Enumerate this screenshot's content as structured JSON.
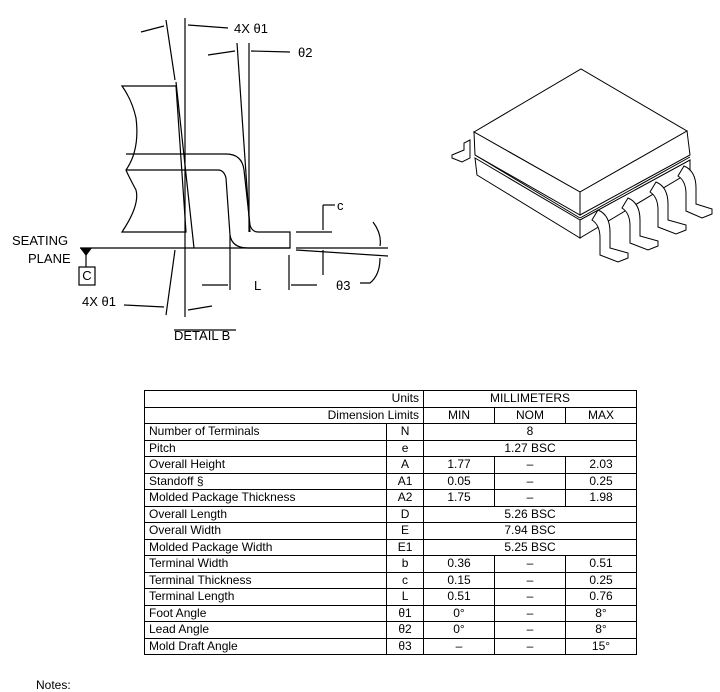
{
  "detail": {
    "title": "DETAIL B",
    "seating_plane_line1": "SEATING",
    "seating_plane_line2": "PLANE",
    "datum": "C",
    "theta1_top": "4X θ1",
    "theta1_bottom": "4X θ1",
    "theta2": "θ2",
    "theta3": "θ3",
    "c_label": "c",
    "l_label": "L"
  },
  "table": {
    "units_label": "Units",
    "units_value": "MILLIMETERS",
    "limits_label": "Dimension Limits",
    "headers": [
      "MIN",
      "NOM",
      "MAX"
    ],
    "rows": [
      {
        "name": "Number of Terminals",
        "symbol": "N",
        "span": "8"
      },
      {
        "name": "Pitch",
        "symbol": "e",
        "span": "1.27 BSC"
      },
      {
        "name": "Overall Height",
        "symbol": "A",
        "min": "1.77",
        "nom": "–",
        "max": "2.03"
      },
      {
        "name": "Standoff   §",
        "symbol": "A1",
        "min": "0.05",
        "nom": "–",
        "max": "0.25"
      },
      {
        "name": "Molded Package Thickness",
        "symbol": "A2",
        "min": "1.75",
        "nom": "–",
        "max": "1.98"
      },
      {
        "name": "Overall Length",
        "symbol": "D",
        "span": "5.26 BSC"
      },
      {
        "name": "Overall Width",
        "symbol": "E",
        "span": "7.94 BSC"
      },
      {
        "name": "Molded Package Width",
        "symbol": "E1",
        "span": "5.25 BSC"
      },
      {
        "name": "Terminal Width",
        "symbol": "b",
        "min": "0.36",
        "nom": "–",
        "max": "0.51"
      },
      {
        "name": "Terminal Thickness",
        "symbol": "c",
        "min": "0.15",
        "nom": "–",
        "max": "0.25"
      },
      {
        "name": "Terminal Length",
        "symbol": "L",
        "min": "0.51",
        "nom": "–",
        "max": "0.76"
      },
      {
        "name": "Foot Angle",
        "symbol": "θ1",
        "min": "0°",
        "nom": "–",
        "max": "8°"
      },
      {
        "name": "Lead Angle",
        "symbol": "θ2",
        "min": "0°",
        "nom": "–",
        "max": "8°"
      },
      {
        "name": "Mold Draft Angle",
        "symbol": "θ3",
        "min": "–",
        "nom": "–",
        "max": "15°"
      }
    ]
  },
  "notes_label": "Notes:"
}
